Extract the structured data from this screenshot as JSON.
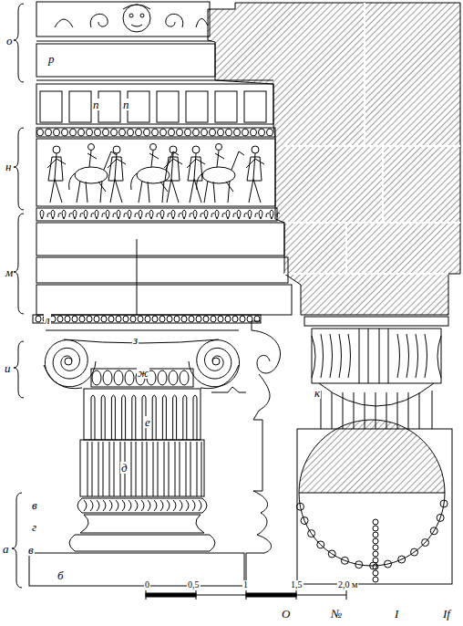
{
  "diagram": {
    "labels": [
      "о",
      "р",
      "п",
      "п",
      "н",
      "м",
      "л",
      "з",
      "и",
      "ж",
      "к",
      "е",
      "д",
      "в",
      "г",
      "а",
      "в",
      "б",
      "0",
      "0,5",
      "1",
      "1,5",
      "2,0 м",
      "O",
      "№",
      "I",
      "If"
    ]
  }
}
